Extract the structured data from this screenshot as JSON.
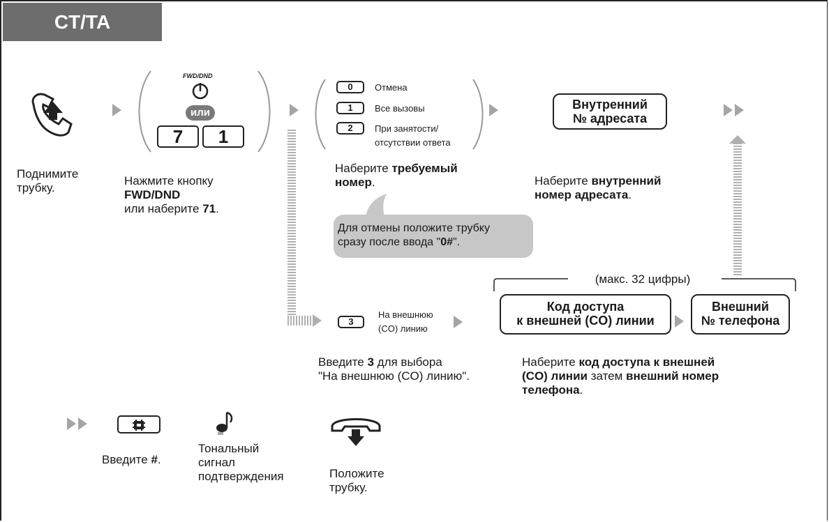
{
  "header": {
    "title": "CT/TA"
  },
  "step1": {
    "line1": "Поднимите",
    "line2": "трубку."
  },
  "step2": {
    "fwd_label": "FWD/DND",
    "or_label": "или",
    "key_7": "7",
    "key_1": "1",
    "text_line1": "Нажмите кнопку",
    "text_bold": "FWD/DND",
    "text_line3_pre": "или наберите ",
    "text_line3_bold": "71",
    "text_line3_post": "."
  },
  "options": [
    {
      "key": "0",
      "label": "Отмена"
    },
    {
      "key": "1",
      "label": "Все вызовы"
    },
    {
      "key": "2",
      "label": "При занятости/",
      "label2": "отсутствии ответа"
    }
  ],
  "step3": {
    "text_pre": "Наберите ",
    "text_bold1": "требуемый",
    "text_bold2": "номер",
    "text_post": ".",
    "bubble_line1": "Для отмены положите трубку",
    "bubble_line2_pre": "сразу после ввода \"",
    "bubble_line2_bold": "0#",
    "bubble_line2_post": "\"."
  },
  "step4": {
    "box_line1": "Внутренний",
    "box_line2": "№ адресата",
    "text_pre": "Наберите ",
    "text_bold1": "внутренний",
    "text_bold2": "номер адресата",
    "text_post": "."
  },
  "external": {
    "key": "3",
    "label1": "На внешнюю",
    "label2": "(CO) линию",
    "max_label": "(макс. 32 цифры)",
    "code_line1": "Код доступа",
    "code_line2": "к внешней (CO) линии",
    "phone_line1": "Внешний",
    "phone_line2": "№ телефона",
    "enter3_pre": "Введите ",
    "enter3_bold": "3",
    "enter3_post": " для выбора",
    "enter3_line2": "\"На внешнюю (CO) линию\".",
    "dial_pre": "Наберите ",
    "dial_bold1": "код доступа к внешней",
    "dial_bold2": "(CO) линии",
    "dial_mid": " затем ",
    "dial_bold3": "внешний номер",
    "dial_bold4": "телефона",
    "dial_post": "."
  },
  "bottom": {
    "hash_pre": "Введите ",
    "hash_bold": "#",
    "hash_post": ".",
    "tone1": "Тональный",
    "tone2": "сигнал",
    "tone3": "подтверждения",
    "hangup1": "Положите",
    "hangup2": "трубку."
  }
}
